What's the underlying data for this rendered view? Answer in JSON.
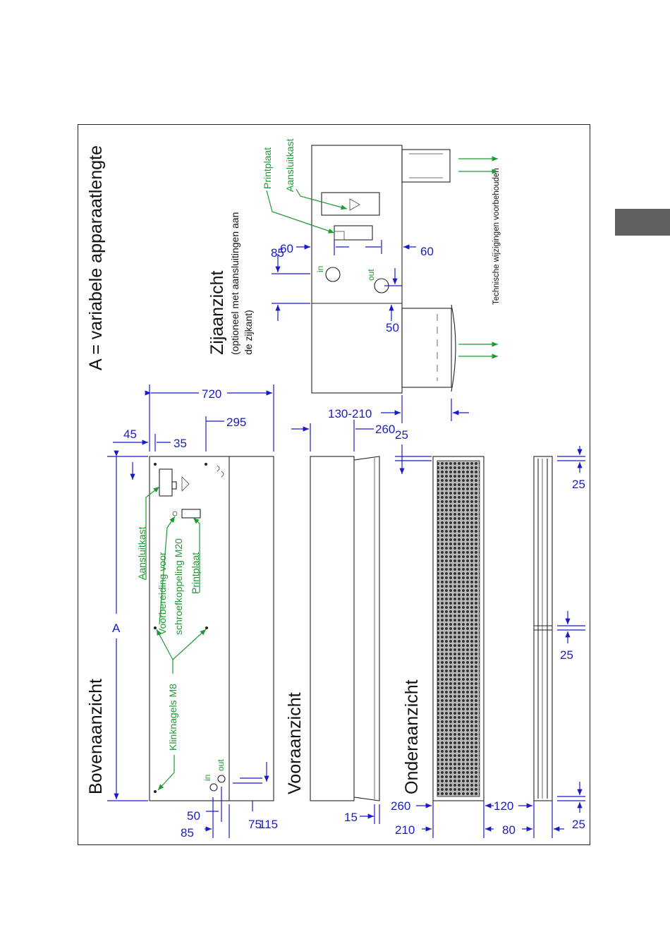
{
  "title": "A = variabele apparaatlengte",
  "disclaimer": "Technische wijzigingen voorbehouden",
  "views": {
    "top": "Bovenaanzicht",
    "front": "Vooraanzicht",
    "bottom": "Onderaanzicht",
    "side": "Zijaanzicht",
    "side_note_1": "(optioneel met aansluitingen aan",
    "side_note_2": "de zijkant)"
  },
  "labels": {
    "aansluitkast": "Aansluitkast",
    "voorbereiding_1": "Voorbereiding voor",
    "voorbereiding_2": "schroefkoppeling M20",
    "printplaat": "Printplaat",
    "klinknagels": "Klinknagels M8",
    "in": "in",
    "out": "out",
    "side_printplaat": "Printplaat",
    "side_aansluitkast": "Aansluitkast",
    "side_in": "in",
    "side_out": "out"
  },
  "dimensions": {
    "d720": "720",
    "d295": "295",
    "d45": "45",
    "d35": "35",
    "dA": "A",
    "d50": "50",
    "d85": "85",
    "d75": "75",
    "d115": "115",
    "d130_210": "130-210",
    "d260_top": "260",
    "d25_top": "25",
    "d15": "15",
    "d260_bot": "260",
    "d210": "210",
    "d120": "120",
    "d80": "80",
    "d25_a": "25",
    "d25_b": "25",
    "d25_c": "25",
    "s60_a": "60",
    "s60_b": "60",
    "s85": "85",
    "s50": "50"
  },
  "colors": {
    "dimension": "#1a1ac8",
    "annotation": "#1e9a32",
    "line": "#222222",
    "tab": "#5f5f5f"
  }
}
